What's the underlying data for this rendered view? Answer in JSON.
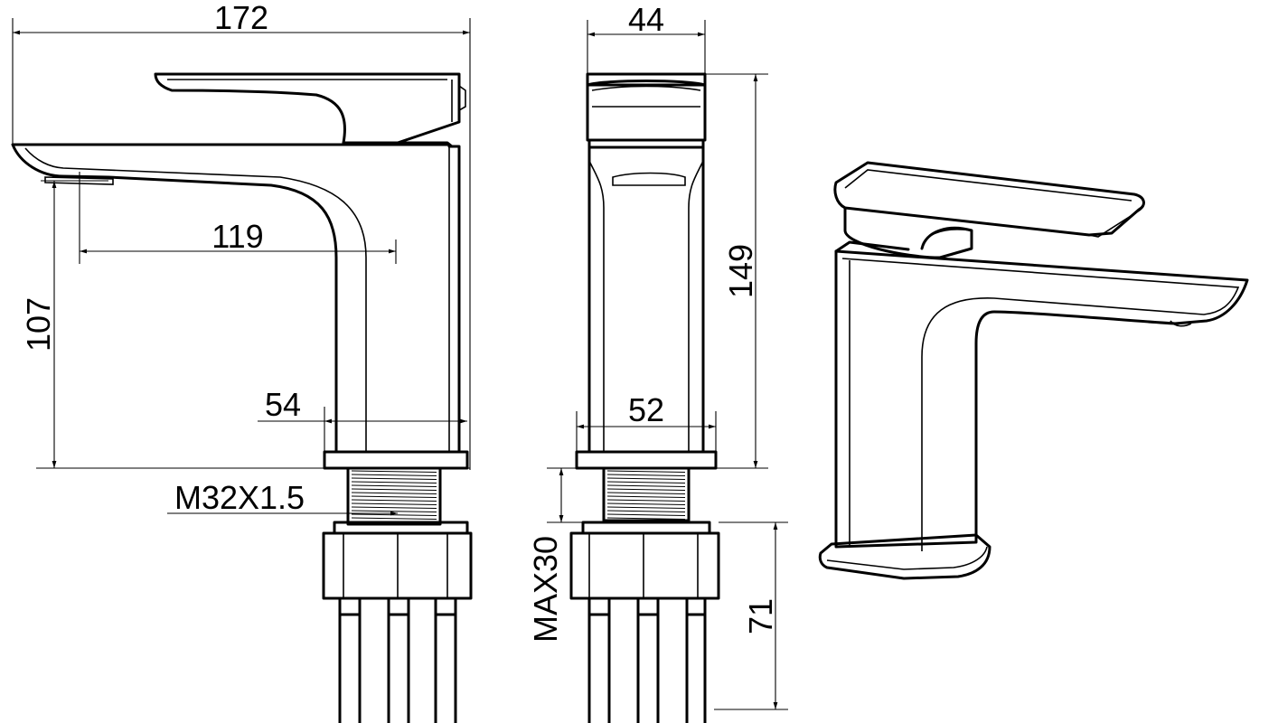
{
  "dimensions": {
    "overall_length": "172",
    "body_depth": "44",
    "overall_height": "149",
    "spout_reach": "119",
    "spout_height": "107",
    "base_length": "54",
    "base_width": "52",
    "thread_size": "M32X1.5",
    "max_deck_thickness": "MAX30",
    "shank_length": "71"
  },
  "colors": {
    "line": "#000000",
    "background": "#ffffff"
  }
}
